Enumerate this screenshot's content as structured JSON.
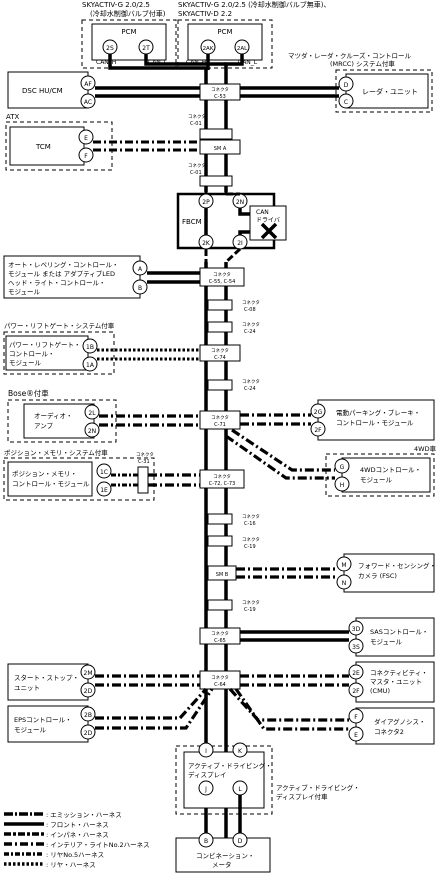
{
  "notes": {
    "pcm_left_top": "SKYACTIV-G 2.0/2.5",
    "pcm_left_bottom": "(冷却水制御バルブ付車)",
    "pcm_right_top": "SKYACTIV-G 2.0/2.5 (冷却水制御バルブ無車)、",
    "pcm_right_bottom": "SKYACTIV-D 2.2",
    "mrcc_top": "マツダ・レーダ・クルーズ・コントロール",
    "mrcc_bottom": "(MRCC) システム付車",
    "atx": "ATX",
    "power_liftgate": "パワー・リフトゲート・システム付車",
    "bose": "Bose®付車",
    "fwd": "4WD車",
    "position_memory": "ポジション・メモリ・システム付車",
    "active_display_top": "アクティブ・ドライビング・",
    "active_display_bottom": "ディスプレイ付車"
  },
  "modules": {
    "pcm": "PCM",
    "can_h": "CAN_H",
    "can_l": "CAN_L",
    "dsc": "DSC HU/CM",
    "radar": "レーダ・ユニット",
    "tcm": "TCM",
    "fbcm": "FBCM",
    "can_driver_1": "CAN",
    "can_driver_2": "ドライバ",
    "leveling_1": "オート・レベリング・コントロール・",
    "leveling_2": "モジュール または アダプティブLED",
    "leveling_3": "ヘッド・ライト・コントロール・",
    "leveling_4": "モジュール",
    "liftgate_1": "パワー・リフトゲート・",
    "liftgate_2": "コントロール・",
    "liftgate_3": "モジュール",
    "audio_1": "オーディオ・",
    "audio_2": "アンプ",
    "parking_1": "電動パーキング・ブレーキ・",
    "parking_2": "コントロール・モジュール",
    "wd4_1": "4WDコントロール・",
    "wd4_2": "モジュール",
    "posmem_1": "ポジション・メモリ・",
    "posmem_2": "コントロール・モジュール",
    "fsc_1": "フォワード・センシング・",
    "fsc_2": "カメラ (FSC)",
    "sas_1": "SASコントロール・",
    "sas_2": "モジュール",
    "startstop_1": "スタート・ストップ・",
    "startstop_2": "ユニット",
    "cmu_1": "コネクティビティ・",
    "cmu_2": "マスタ・ユニット",
    "cmu_3": "(CMU)",
    "eps_1": "EPSコントロール・",
    "eps_2": "モジュール",
    "dlc_1": "ダイアグノシス・",
    "dlc_2": "コネクタ2",
    "active_1": "アクティブ・ドライビング・",
    "active_2": "ディスプレイ",
    "combi_1": "コンビネーション・",
    "combi_2": "メータ"
  },
  "pins": {
    "pcm1_a": "2S",
    "pcm1_b": "2T",
    "pcm2_a": "2AK",
    "pcm2_b": "2AL",
    "dsc_a": "AF",
    "dsc_b": "AC",
    "radar_a": "D",
    "radar_b": "C",
    "tcm_a": "E",
    "tcm_b": "F",
    "fbcm_a": "2P",
    "fbcm_b": "2N",
    "fbcm_c": "2K",
    "fbcm_d": "2I",
    "lev_a": "A",
    "lev_b": "B",
    "lift_a": "1B",
    "lift_b": "1A",
    "audio_a": "2L",
    "audio_b": "2N",
    "park_a": "2G",
    "park_b": "2F",
    "wd4_a": "G",
    "wd4_b": "H",
    "pos_a": "1C",
    "pos_b": "1E",
    "fsc_a": "M",
    "fsc_b": "N",
    "sas_a": "3D",
    "sas_b": "3S",
    "ss_a": "2M",
    "ss_b": "2D",
    "cmu_a": "2E",
    "cmu_b": "2F",
    "eps_a": "2B",
    "eps_b": "2D",
    "dlc_a": "F",
    "dlc_b": "E",
    "act_a": "I",
    "act_b": "K",
    "act_c": "J",
    "act_d": "L",
    "combi_a": "B",
    "combi_b": "D"
  },
  "connectors": {
    "c53_a": "コネクタ",
    "c53_b": "C-53",
    "c01a_a": "コネクタ",
    "c01a_b": "C-01",
    "sma": "SM A",
    "c01b_a": "コネクタ",
    "c01b_b": "C-01",
    "c55_a": "コネクタ",
    "c55_b": "C-55, C-54",
    "c08_a": "コネクタ",
    "c08_b": "C-08",
    "c24a_a": "コネクタ",
    "c24a_b": "C-24",
    "c74_a": "コネクタ",
    "c74_b": "C-74",
    "c24b_a": "コネクタ",
    "c24b_b": "C-24",
    "c71_a": "コネクタ",
    "c71_b": "C-71",
    "c31_a": "コネクタ",
    "c31_b": "C-31",
    "c72_a": "コネクタ",
    "c72_b": "C-72, C-73",
    "c16_a": "コネクタ",
    "c16_b": "C-16",
    "c19a_a": "コネクタ",
    "c19a_b": "C-19",
    "smb": "SM B",
    "c19b_a": "コネクタ",
    "c19b_b": "C-19",
    "c65_a": "コネクタ",
    "c65_b": "C-65",
    "c64_a": "コネクタ",
    "c64_b": "C-64"
  },
  "legend": [
    ": エミッション・ハーネス",
    ": フロント・ハーネス",
    ": インパネ・ハーネス",
    ": インテリア・ライトNo.2ハーネス",
    ": リヤNo.5ハーネス",
    ": リヤ・ハーネス"
  ]
}
